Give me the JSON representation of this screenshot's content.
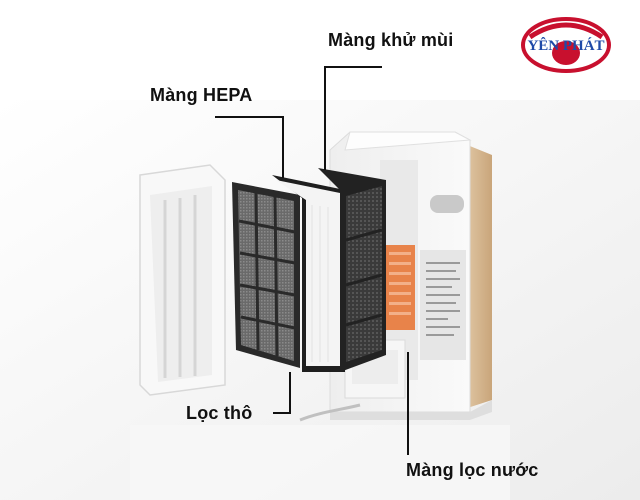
{
  "labels": {
    "deodorizing_filter": "Màng khử mùi",
    "hepa_filter": "Màng HEPA",
    "pre_filter": "Lọc thô",
    "humidifying_filter": "Màng lọc nước"
  },
  "logo": {
    "text": "YÊN PHÁT",
    "colors": {
      "ring": "#c8102e",
      "text": "#1f4aa8",
      "accent": "#c8102e"
    }
  },
  "colors": {
    "leader_line": "#111111",
    "unit_body": "#f4f4f4",
    "unit_side": "#d8b98e",
    "filter_frame": "#2a2a2a",
    "hepa_paper": "#f7f7f7",
    "carbon": "#3c3c3c",
    "orange_panel": "#e8834a"
  }
}
